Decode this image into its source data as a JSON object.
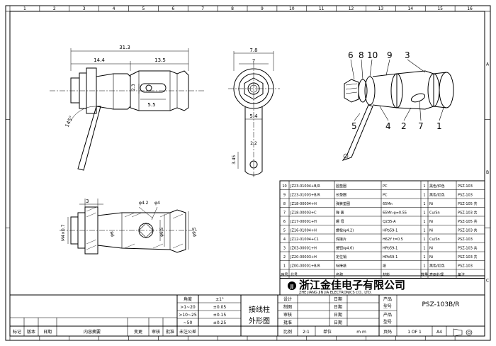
{
  "title_block": {
    "company_cn": "浙江金佳电子有限公司",
    "company_en": "ZHE JIANG JIN JIA ELECTRONICS CO., LTD.",
    "part_title_1": "接线柱",
    "part_title_2": "外形图",
    "product_label": "产品",
    "code_label": "型号",
    "product_code": "PSZ-103B/R",
    "design_label": "设计",
    "draw_label": "制图",
    "check_label": "审核",
    "approve_label": "批准",
    "date_label": "日期",
    "scale_label": "比例",
    "scale_value": "2:1",
    "unit_label": "单位",
    "unit_value": "m m",
    "sheet_label": "页码",
    "sheet_value": "1 OF 1",
    "size_value": "A4",
    "tol_header_size": "角度",
    "tol_header_value": "±1°",
    "tolerances": [
      {
        "range": ">1~20",
        "value": "±0.05"
      },
      {
        "range": ">10~25",
        "value": "±0.15"
      },
      {
        "range": "~50",
        "value": "±0.25"
      }
    ]
  },
  "revision_row": [
    "标记",
    "版本",
    "日期",
    "内容摘要",
    "变更",
    "审核",
    "批准",
    "未注公差"
  ],
  "bom": {
    "headers": [
      "序号",
      "代号",
      "名称",
      "材料",
      "数量",
      "表面处理",
      "备注"
    ],
    "rows": [
      [
        "10",
        "JZ23-01004+B/R",
        "圆垫圈",
        "PC",
        "1",
        "黑色/红色",
        "PSZ-103"
      ],
      [
        "9",
        "JZ23-01003+B/R",
        "长垫圈",
        "PC",
        "1",
        "黑色/红色",
        "PSZ-103"
      ],
      [
        "8",
        "JZ18-00004+H",
        "弹簧垫圈",
        "65Mn",
        "1",
        "Ni",
        "PSZ-105 共"
      ],
      [
        "7",
        "JZ18-00003+C",
        "弹 簧",
        "65Mn φ=0.55",
        "1",
        "Cu/Sn",
        "PSZ-103 共"
      ],
      [
        "6",
        "JZ17-00001+H",
        "螺 母",
        "Q235-A",
        "1",
        "Ni",
        "PSZ-105 共"
      ],
      [
        "5",
        "JZ16-01004+H",
        "螺栓(φ4.2)",
        "HPb59-1",
        "1",
        "Ni",
        "PSZ-103 共"
      ],
      [
        "4",
        "JZ12-01004+C1",
        "焊接片",
        "H62Y t=0.5",
        "1",
        "Cu/Sn",
        "PSZ-103"
      ],
      [
        "3",
        "JZ03-00001+H",
        "接钮(φ4.6)",
        "HPb59-1",
        "1",
        "Ni",
        "PSZ-103 共"
      ],
      [
        "2",
        "JZ20-00003+H",
        "定位销",
        "HPb59-1",
        "1",
        "Ni",
        "PSZ-103 共"
      ],
      [
        "1",
        "JZ00-00001+B/R",
        "标接纸",
        "纸",
        "1",
        "黑色/红色",
        "PSZ-103"
      ]
    ]
  },
  "dims": {
    "overall": "31.3",
    "left": "14.4",
    "right": "13.5",
    "slot_h": "2.3",
    "slot_w": "5.5",
    "angle": "145°",
    "width": "7.8",
    "inner": "7",
    "tab_w": "5.4",
    "hole": "2.2",
    "tab_h": "3.45",
    "nut_len": "3",
    "d42": "φ4.2",
    "d4": "φ4",
    "m4": "M4×0.7",
    "d6": "φ6",
    "d65": "φ6.5",
    "d95": "φ9.5"
  },
  "balloons": [
    "6",
    "8",
    "10",
    "9",
    "3",
    "5",
    "4",
    "2",
    "7",
    "1"
  ],
  "border_numbers": [
    "1",
    "2",
    "3",
    "4",
    "5",
    "6",
    "7",
    "8",
    "9",
    "10",
    "11",
    "12",
    "13",
    "14",
    "15",
    "16"
  ],
  "border_letters": [
    "A",
    "B",
    "C"
  ],
  "logo_text": "JJ"
}
